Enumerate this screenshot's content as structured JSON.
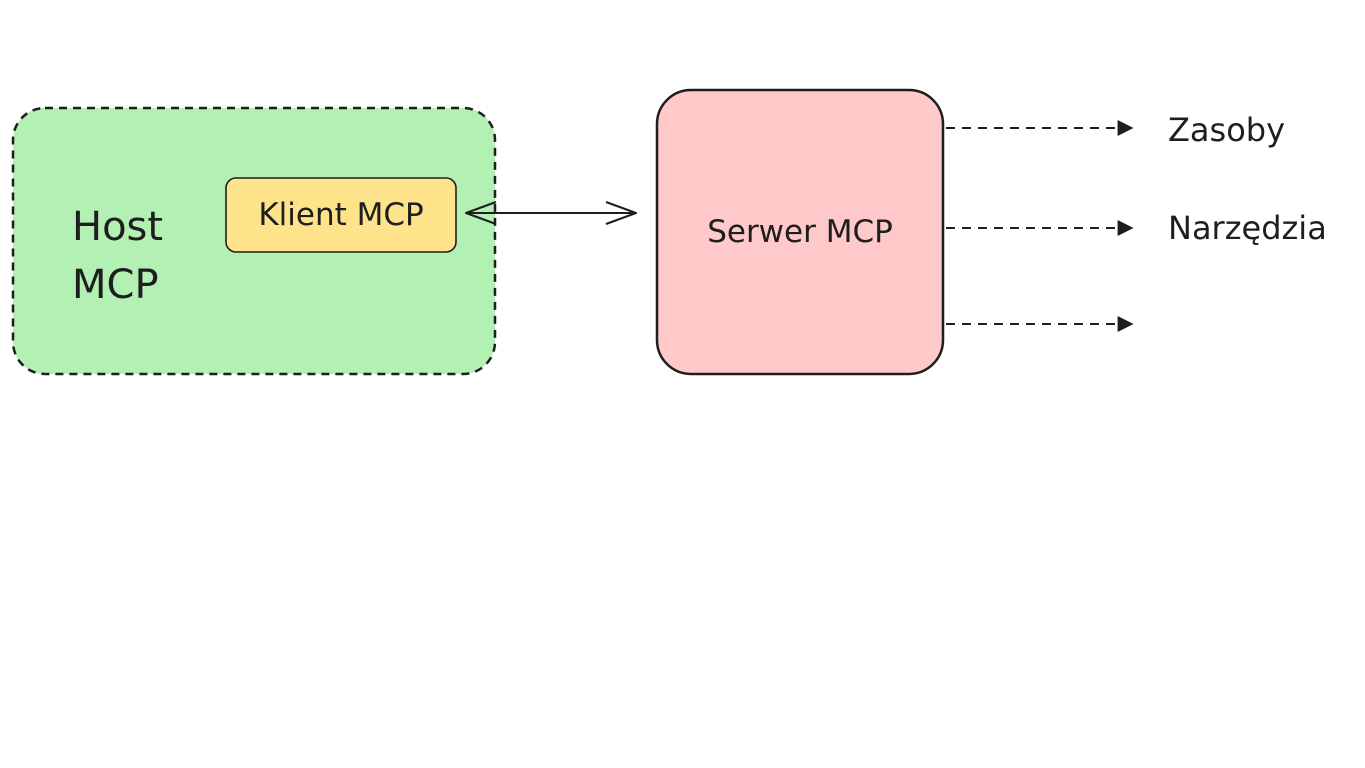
{
  "host": {
    "label": "Host\nMCP"
  },
  "client": {
    "label": "Klient MCP"
  },
  "server": {
    "label": "Serwer MCP"
  },
  "outputs": [
    {
      "label": "Zasoby"
    },
    {
      "label": "Narzędzia"
    },
    {
      "label": ""
    }
  ],
  "colors": {
    "host_fill": "#b2f0b4",
    "client_fill": "#ffe38a",
    "server_fill": "#ffc9c9",
    "stroke": "#1e1e1e"
  }
}
